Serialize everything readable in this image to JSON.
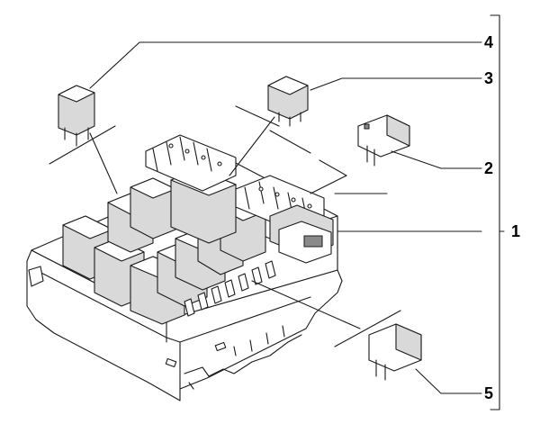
{
  "diagram": {
    "callouts": [
      {
        "id": "4",
        "label": "4"
      },
      {
        "id": "3",
        "label": "3"
      },
      {
        "id": "2",
        "label": "2"
      },
      {
        "id": "1",
        "label": "1"
      },
      {
        "id": "5",
        "label": "5"
      }
    ],
    "colors": {
      "line": "#1a1a1a",
      "background": "#ffffff",
      "shade": "#d9d9d9"
    }
  }
}
